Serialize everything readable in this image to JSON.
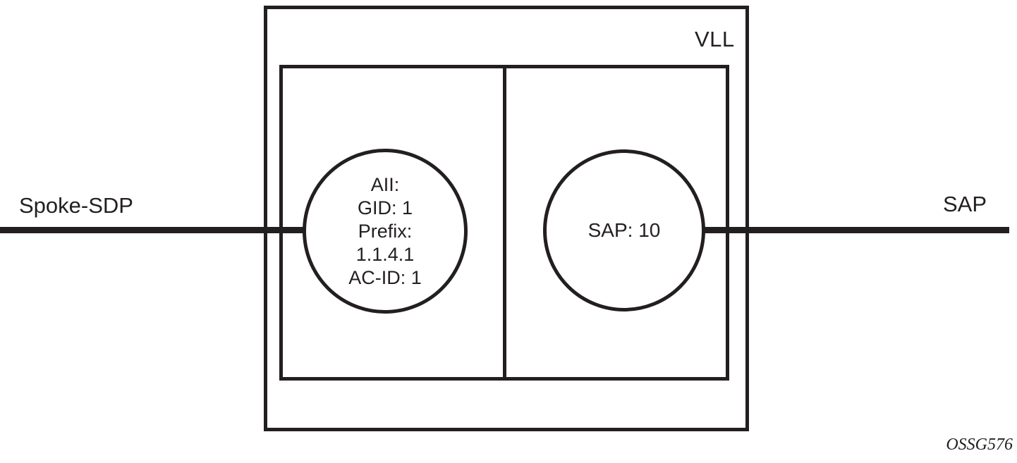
{
  "colors": {
    "ink": "#231f20",
    "background": "#ffffff"
  },
  "diagram": {
    "container_label": "VLL",
    "left_connection_label": "Spoke-SDP",
    "right_connection_label": "SAP",
    "spoke_sdp_endpoint": {
      "lines": [
        "AII:",
        "GID: 1",
        "Prefix:",
        "1.1.4.1",
        "AC-ID: 1"
      ]
    },
    "sap_endpoint": {
      "label": "SAP: 10"
    },
    "figure_id": "OSSG576"
  }
}
